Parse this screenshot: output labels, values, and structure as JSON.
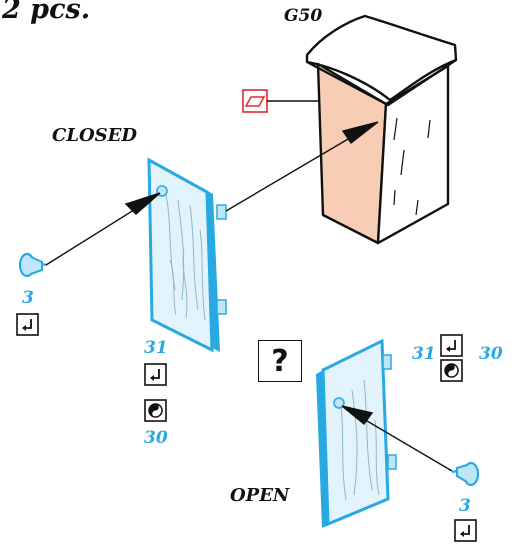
{
  "labels": {
    "quantity": "2 pcs.",
    "cabinet_model": "G50",
    "closed": "CLOSED",
    "open": "OPEN",
    "help_mark": "?"
  },
  "parts": {
    "knob_closed": "3",
    "knob_open": "3",
    "hinge_closed": "31",
    "screw_closed": "30",
    "hinge_open": "31",
    "screw_open": "30"
  },
  "icons": {
    "surface": "parallelogram-surface-icon",
    "push_in": "return-arrow-icon",
    "rotate": "yin-yang-icon"
  },
  "colors": {
    "accent": "#29a9e1",
    "cabinet_face": "#f7cdb5",
    "door_fill": "#dff1fa",
    "marker_red": "#e0282e",
    "line": "#111111"
  }
}
